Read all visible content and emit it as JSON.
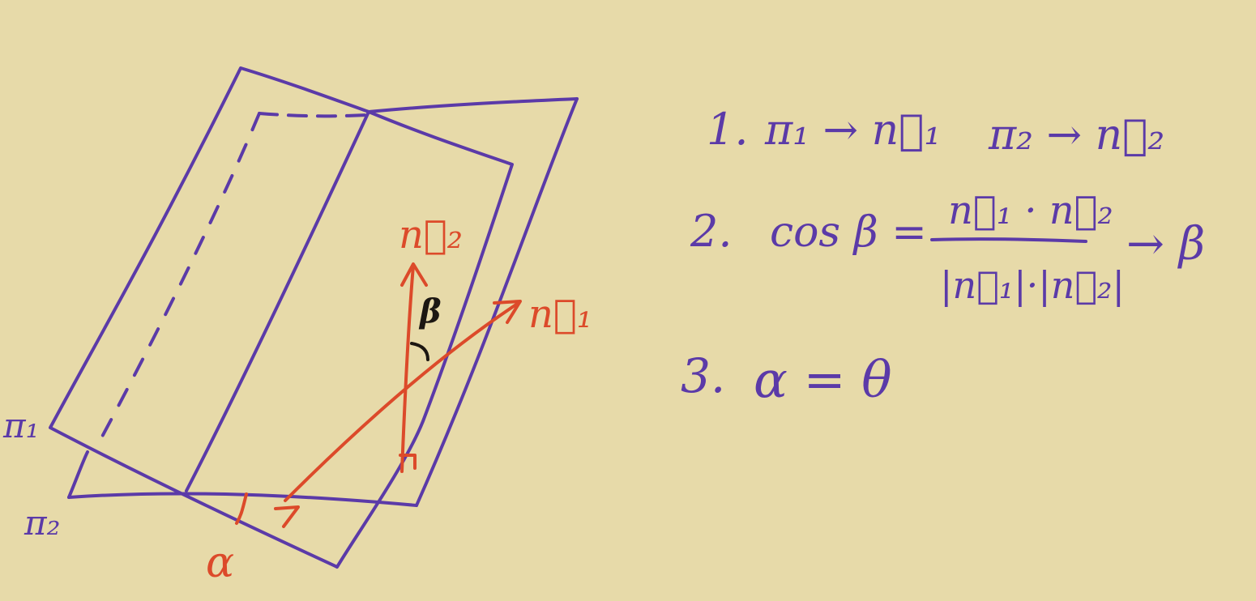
{
  "colors": {
    "paper": "#e7daa9",
    "purple_ink": "#5b3aa8",
    "red_ink": "#dc4a2a",
    "black_ink": "#1c1712"
  },
  "diagram": {
    "plane1_label": "π₁",
    "plane2_label": "π₂",
    "normal1_label": "n⃗₁",
    "normal2_label": "n⃗₂",
    "beta_label": "β",
    "alpha_label": "α"
  },
  "steps": {
    "step1": {
      "number": "1.",
      "left": "π₁ → n⃗₁",
      "right": "π₂ → n⃗₂"
    },
    "step2": {
      "number": "2.",
      "lhs": "cos β =",
      "numerator": "n⃗₁ · n⃗₂",
      "denominator": "|n⃗₁|·|n⃗₂|",
      "result": "→ β"
    },
    "step3": {
      "number": "3.",
      "equation": "α = θ"
    }
  }
}
